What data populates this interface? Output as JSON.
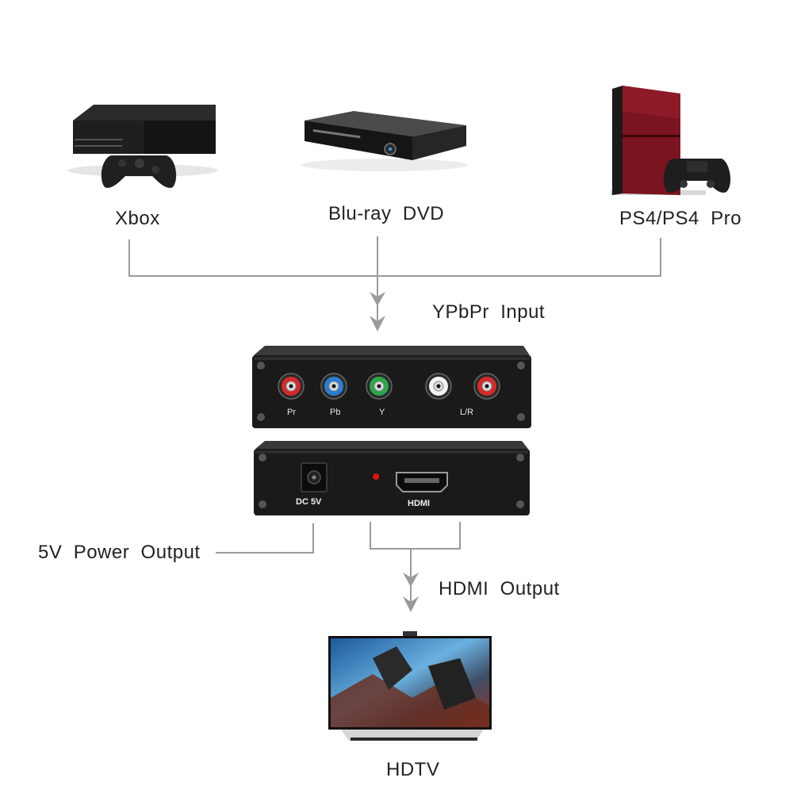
{
  "sources": [
    {
      "label": "Xbox"
    },
    {
      "label": "Blu-ray  DVD"
    },
    {
      "label": "PS4/PS4  Pro"
    }
  ],
  "input_label": "YPbPr  Input",
  "front_panel": {
    "ports": [
      {
        "label": "Pr",
        "color": "#d42a2a"
      },
      {
        "label": "Pb",
        "color": "#2a7fd4"
      },
      {
        "label": "Y",
        "color": "#2aa84a"
      },
      {
        "label": "",
        "color": "#f2f2f2"
      },
      {
        "label": "",
        "color": "#d42a2a"
      }
    ],
    "audio_label": "L/R"
  },
  "back_panel": {
    "dc_label": "DC 5V",
    "hdmi_label": "HDMI",
    "led_color": "#e01010"
  },
  "power_label": "5V  Power  Output",
  "hdmi_output_label": "HDMI  Output",
  "tv_label": "HDTV",
  "colors": {
    "line": "#8a8a8a",
    "device": "#1c1c1c"
  }
}
